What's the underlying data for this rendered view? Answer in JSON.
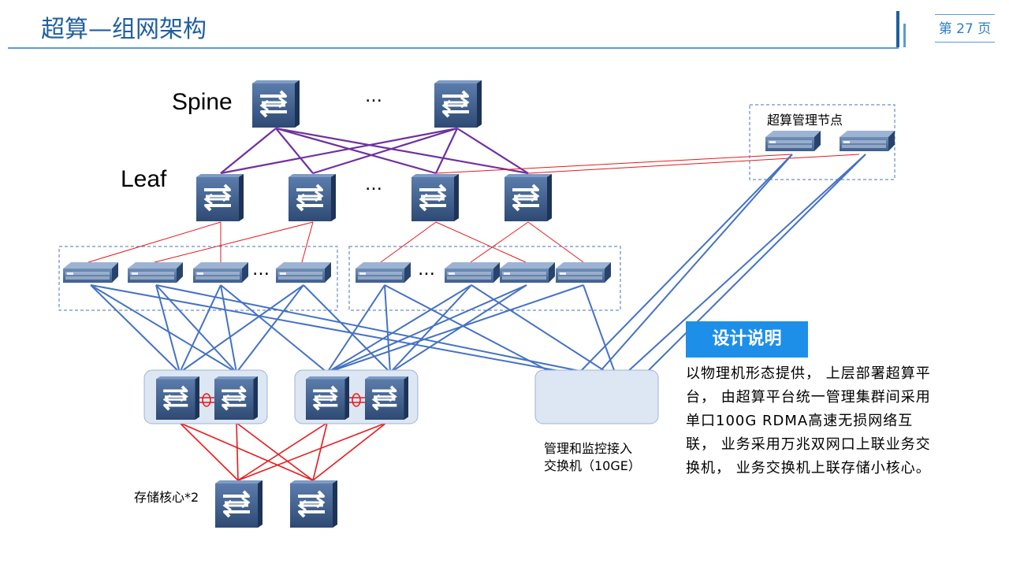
{
  "header": {
    "title": "超算—组网架构",
    "page_prefix": "第",
    "page_number": "27",
    "page_suffix": "页"
  },
  "diagram": {
    "spine_label": "Spine",
    "leaf_label": "Leaf",
    "ellipsis": "…",
    "mgmt_nodes_label": "超算管理节点",
    "mgmt_switch_label_line1": "管理和监控接入",
    "mgmt_switch_label_line2": "交换机（10GE）",
    "storage_label": "存储核心*2",
    "colors": {
      "spine_link": "#7030a0",
      "red_link": "#e8191b",
      "blue_link": "#4472c4",
      "switch_body": "#3b5c8a",
      "group_border": "#4472c4"
    },
    "icons": [
      "switch-icon",
      "server-icon"
    ]
  },
  "design": {
    "title": "设计说明",
    "body": "以物理机形态提供， 上层部署超算平台， 由超算平台统一管理集群间采用单口100G RDMA高速无损网络互联， 业务采用万兆双网口上联业务交换机， 业务交换机上联存储小核心。"
  }
}
